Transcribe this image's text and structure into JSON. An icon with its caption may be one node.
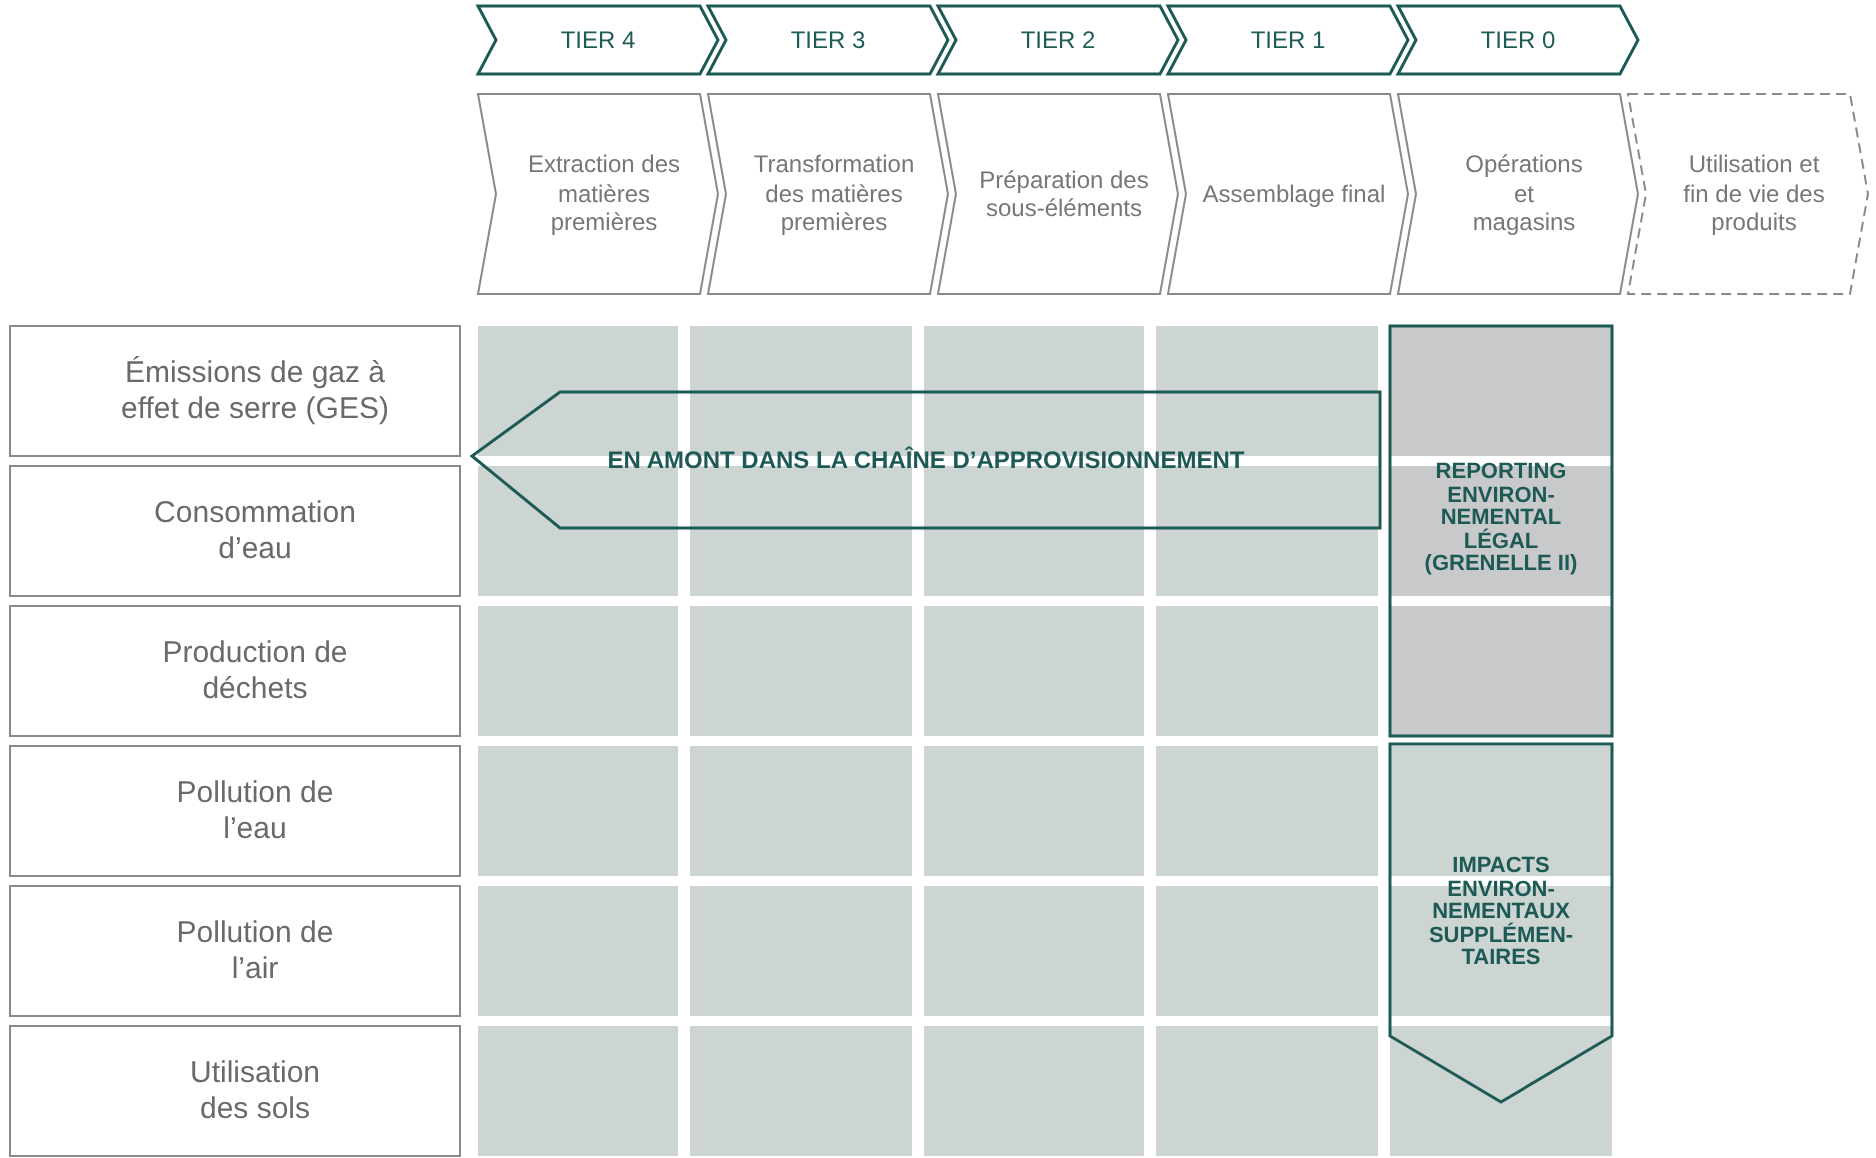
{
  "diagram": {
    "nodes": [
      {
        "text": [
          "TIER 4"
        ]
      },
      {
        "text": [
          "TIER 3"
        ]
      },
      {
        "text": [
          "TIER 2"
        ]
      },
      {
        "text": [
          "TIER 1"
        ]
      },
      {
        "text": [
          "TIER 0"
        ]
      },
      {
        "text": [
          "Extraction des matières premières"
        ]
      },
      {
        "text": [
          "Transformation des matières premières"
        ]
      },
      {
        "text": [
          "Préparation des sous-éléments"
        ]
      },
      {
        "text": [
          "Assemblage final"
        ]
      },
      {
        "text": [
          "Opérations et magasins"
        ]
      },
      {
        "text": [
          "Utilisation et fin de vie des produits"
        ]
      },
      {
        "text": [
          "Émissions de gaz à effet de serre (GES)"
        ]
      },
      {
        "text": [
          "Consommation d’eau"
        ]
      },
      {
        "text": [
          "Production de déchets"
        ]
      },
      {
        "text": [
          "Pollution de l’eau"
        ]
      },
      {
        "text": [
          "Pollution de l’air"
        ]
      },
      {
        "text": [
          "Utilisation des sols"
        ]
      },
      {
        "text": [
          "EN AMONT DANS LA CHAÎNE D’APPROVISIONNEMENT"
        ]
      },
      {
        "text": [
          "REPORTING ENVIRON-NEMENTAL LÉGAL (GRENELLE II)"
        ]
      },
      {
        "text": [
          "IMPACTS ENVIRON-NEMENTAUX SUPPLÉMEN-TAIRES"
        ]
      }
    ]
  }
}
